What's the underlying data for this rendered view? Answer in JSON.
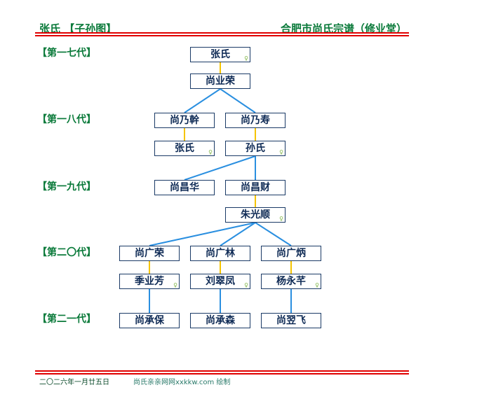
{
  "header": {
    "left": "张氏 【子孙图】",
    "right": "合肥市尚氏宗谱（修业堂）"
  },
  "generations": [
    "【第一七代】",
    "【第一八代】",
    "【第一九代】",
    "【第二〇代】",
    "【第二一代】"
  ],
  "people": {
    "g17a": "张氏",
    "g17b": "尚业荣",
    "g18a": "尚乃幹",
    "g18b": "尚乃寿",
    "g18a_sp": "张氏",
    "g18b_sp": "孙氏",
    "g19a": "尚昌华",
    "g19b": "尚昌财",
    "g19b_sp": "朱光顺",
    "g20a": "尚广荣",
    "g20b": "尚广林",
    "g20c": "尚广炳",
    "g20a_sp": "季业芳",
    "g20b_sp": "刘翠凤",
    "g20c_sp": "杨永芊",
    "g21a": "尚承保",
    "g21b": "尚承森",
    "g21c": "尚翌飞"
  },
  "female_mark": "♀",
  "footer": {
    "date": "二〇二六年一月廿五日",
    "credit": "尚氏亲亲网网xxkkw.com 绘制"
  },
  "colors": {
    "green": "#0a7a3a",
    "red": "#e00000",
    "spouse_line": "#f5c400",
    "child_line": "#2a8fe0"
  }
}
